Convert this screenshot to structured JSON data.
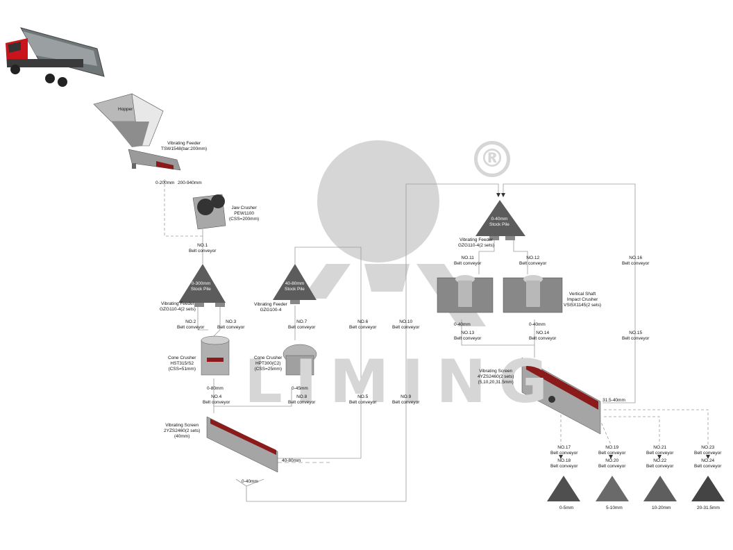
{
  "watermark": {
    "text": "LIMING",
    "mark": "®"
  },
  "labels": {
    "hopper": "Hopper",
    "feeder1": "Vibrating Feeder\nTSW1548(bar:200mm)",
    "size_0_200": "0-200mm",
    "size_200_940": "200-940mm",
    "jaw": "Jaw Crusher\nPEW1100\n(CSS=200mm)",
    "no1": "NO.1\nBelt conveyor",
    "pile1": "0-300mm\nStock Pile",
    "feeder2": "Vibrating Feeder\nGZG110-4(2 sets)",
    "no2": "NO.2\nBelt conveyor",
    "no3": "NO.3\nBelt conveyor",
    "cone1": "Cone Crusher\nHST315/S2\n(CSS=51mm)",
    "size_0_80": "0-80mm",
    "no4": "NO.4\nBelt conveyor",
    "screen1": "Vibrating Screen\n2YZS2460(2 sets)\n(40mm)",
    "size_40_80": "40-80mm",
    "size_0_40a": "0-40mm",
    "pile2": "40-80mm\nStock Pile",
    "feeder3": "Vibrating Feeder\nGZG100-4",
    "no7": "NO.7\nBelt conveyor",
    "cone2": "Cone Crusher\nHPT300(C2)\n(CSS=25mm)",
    "size_0_45": "0-45mm",
    "no8": "NO.8\nBelt conveyor",
    "no6": "NO.6\nBelt conveyor",
    "no5": "NO.5\nBelt conveyor",
    "no10": "NO.10\nBelt conveyor",
    "no9": "NO.9\nBelt conveyor",
    "pile3": "0-40mm\nStock Pile",
    "feeder4": "Vibrating Feeder\nGZG110-4(2 sets)",
    "no11": "NO.11\nBelt conveyor",
    "no12": "NO.12\nBelt conveyor",
    "vsi": "Vertical Shaft\nImpact Crusher\nVSI5X1145(2 sets)",
    "size_0_40b": "0-40mm",
    "size_0_40c": "0-40mm",
    "no13": "NO.13\nBelt conveyor",
    "no14": "NO.14\nBelt conveyor",
    "no16": "NO.16\nBelt conveyor",
    "no15": "NO.15\nBelt conveyor",
    "screen2": "Vibrating Screen\n4YZS2460(2 sets)\n(5,10,20,31.5mm)",
    "size_31_40": "31.5-40mm",
    "no17": "NO.17\nBelt conveyor",
    "no18": "NO.18\nBelt conveyor",
    "no19": "NO.19\nBelt conveyor",
    "no20": "NO.20\nBelt conveyor",
    "no21": "NO.21\nBelt conveyor",
    "no22": "NO.22\nBelt conveyor",
    "no23": "NO.23\nBelt conveyor",
    "no24": "NO.24\nBelt conveyor",
    "prod1": "0-5mm",
    "prod2": "5-10mm",
    "prod3": "10-20mm",
    "prod4": "20-31.5mm"
  },
  "colors": {
    "line": "#9a9a9a",
    "watermark": "#d6d6d6",
    "truck_red": "#c8141a",
    "screen_red": "#8b1a1a",
    "machine": "#8a8a8a"
  }
}
